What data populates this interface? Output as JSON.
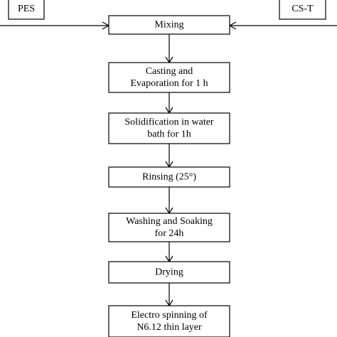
{
  "diagram": {
    "type": "flowchart",
    "inputs": [
      {
        "id": "pes",
        "label": "PES"
      },
      {
        "id": "cst",
        "label": "CS-T"
      }
    ],
    "steps": [
      {
        "id": "mixing",
        "lines": [
          "Mixing"
        ]
      },
      {
        "id": "casting",
        "lines": [
          "Casting and",
          "Evaporation for 1 h"
        ]
      },
      {
        "id": "solidification",
        "lines": [
          "Solidification in water",
          "bath for 1h"
        ]
      },
      {
        "id": "rinsing",
        "lines": [
          "Rinsing (25°)"
        ]
      },
      {
        "id": "washing",
        "lines": [
          "Washing and Soaking",
          "for 24h"
        ]
      },
      {
        "id": "drying",
        "lines": [
          "Drying"
        ]
      },
      {
        "id": "electrospinning",
        "lines": [
          "Electro spinning of",
          "N6.12 thin layer"
        ]
      }
    ],
    "edges": [
      {
        "from": "pes",
        "to": "mixing"
      },
      {
        "from": "cst",
        "to": "mixing"
      },
      {
        "from": "mixing",
        "to": "casting"
      },
      {
        "from": "casting",
        "to": "solidification"
      },
      {
        "from": "solidification",
        "to": "rinsing"
      },
      {
        "from": "rinsing",
        "to": "washing"
      },
      {
        "from": "washing",
        "to": "drying"
      },
      {
        "from": "drying",
        "to": "electrospinning"
      }
    ]
  }
}
